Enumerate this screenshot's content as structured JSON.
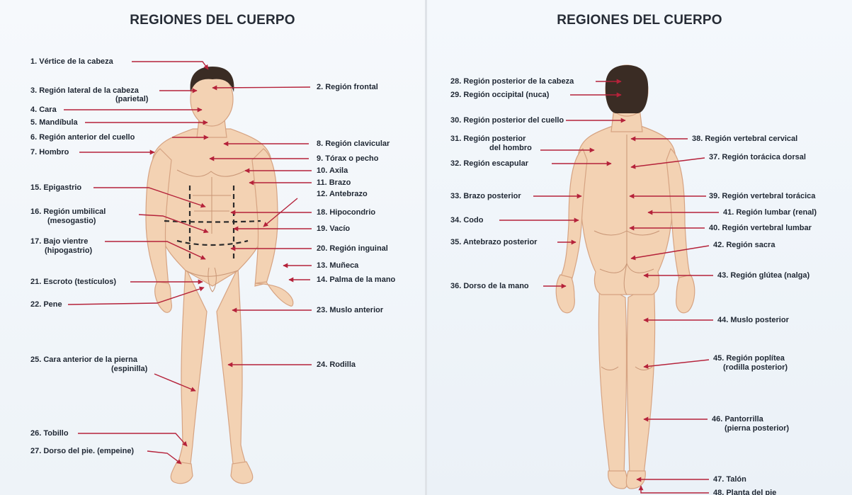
{
  "front": {
    "title": "REGIONES DEL CUERPO",
    "labels": {
      "l1": "1. Vértice de la cabeza",
      "l2": "2. Región frontal",
      "l3a": "3. Región lateral de la cabeza",
      "l3b": "(parietal)",
      "l4": "4. Cara",
      "l5": "5. Mandíbula",
      "l6": "6. Región anterior del cuello",
      "l7": "7. Hombro",
      "l8": "8. Región clavicular",
      "l9": "9. Tórax o pecho",
      "l10": "10. Axila",
      "l11": "11. Brazo",
      "l12": "12. Antebrazo",
      "l13": "13. Muñeca",
      "l14": "14. Palma de la mano",
      "l15": "15. Epigastrio",
      "l16a": "16. Región umbilical",
      "l16b": "(mesogastio)",
      "l17a": "17. Bajo vientre",
      "l17b": "(hipogastrio)",
      "l18": "18. Hipocondrio",
      "l19": "19. Vacío",
      "l20": "20. Región inguinal",
      "l21": "21. Escroto (testículos)",
      "l22": "22. Pene",
      "l23": "23. Muslo anterior",
      "l24": "24. Rodilla",
      "l25a": "25. Cara anterior de la pierna",
      "l25b": "(espinilla)",
      "l26": "26. Tobillo",
      "l27": "27. Dorso del pie. (empeine)"
    }
  },
  "back": {
    "title": "REGIONES DEL CUERPO",
    "labels": {
      "l28": "28. Región posterior de la cabeza",
      "l29": "29. Región occipital (nuca)",
      "l30": "30. Región posterior del cuello",
      "l31a": "31. Región posterior",
      "l31b": "del hombro",
      "l32": "32. Región escapular",
      "l33": "33. Brazo posterior",
      "l34": "34. Codo",
      "l35": "35. Antebrazo posterior",
      "l36": "36. Dorso de la mano",
      "l37": "37. Región torácica dorsal",
      "l38": "38. Región vertebral cervical",
      "l39": "39. Región vertebral torácica",
      "l40": "40. Región vertebral lumbar",
      "l41": "41. Región lumbar (renal)",
      "l42": "42. Región sacra",
      "l43": "43. Región glútea (nalga)",
      "l44": "44. Muslo posterior",
      "l45a": "45. Región poplítea",
      "l45b": "(rodilla posterior)",
      "l46a": "46. Pantorrilla",
      "l46b": "(pierna posterior)",
      "l47": "47. Talón",
      "l48": "48. Planta del pie"
    }
  },
  "colors": {
    "skin": "#f3d2b3",
    "skin_shade": "#e2b38f",
    "hair": "#3a2c24",
    "pointer": "#b5223a",
    "text": "#1f2733"
  }
}
